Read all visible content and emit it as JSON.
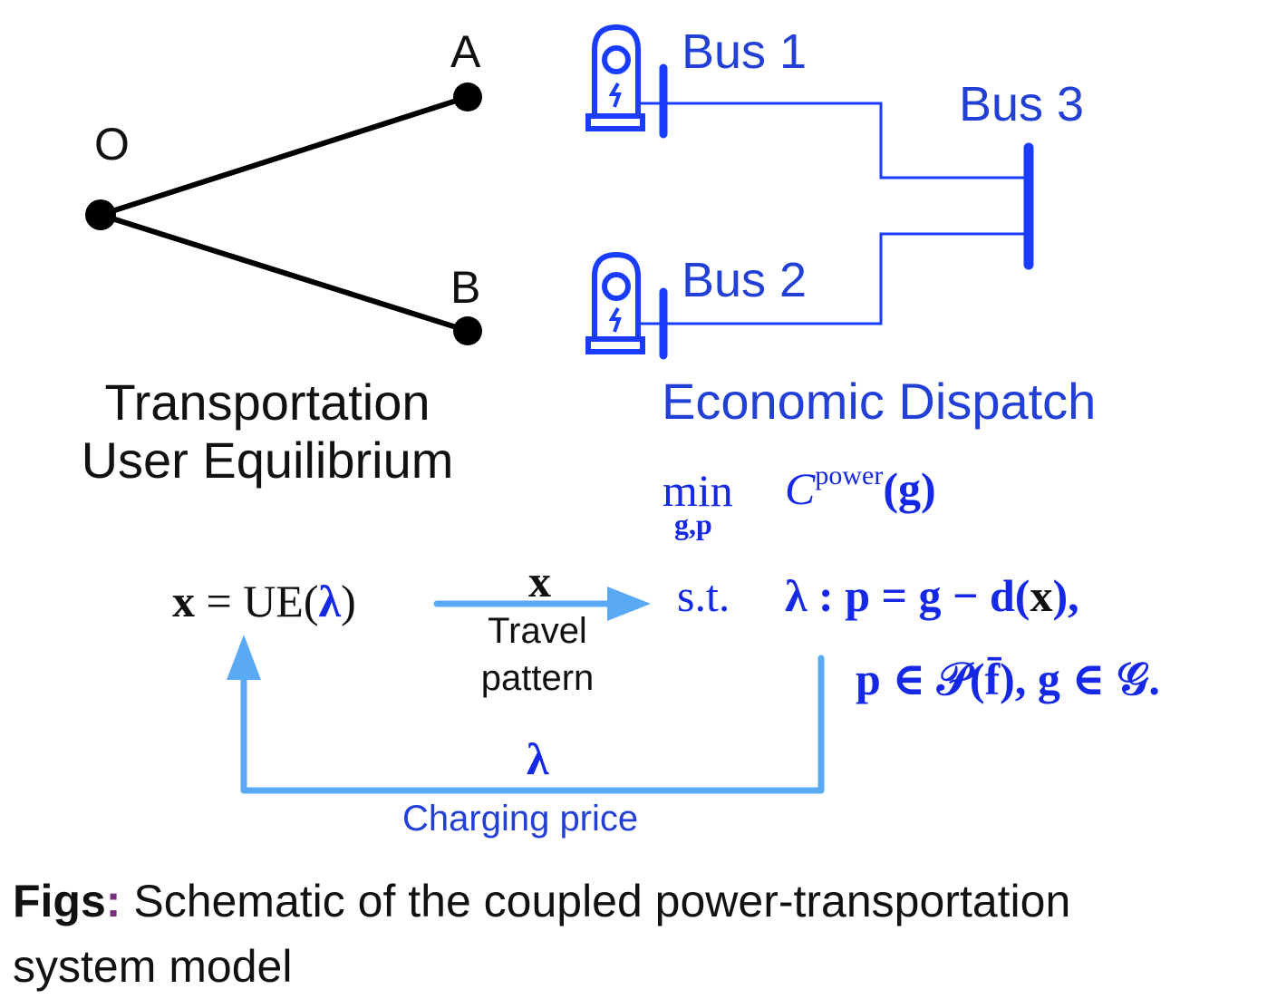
{
  "colors": {
    "network_black": "#000000",
    "power_blue": "#1a3cff",
    "arrow_blue": "#5aa9f5",
    "math_blue": "#1428e6",
    "caption_colon": "#7a2e7e"
  },
  "transportation_network": {
    "nodes": [
      {
        "id": "O",
        "label": "O"
      },
      {
        "id": "A",
        "label": "A"
      },
      {
        "id": "B",
        "label": "B"
      }
    ],
    "edges": [
      {
        "from": "O",
        "to": "A"
      },
      {
        "from": "O",
        "to": "B"
      }
    ],
    "title_line1": "Transportation",
    "title_line2": "User Equilibrium"
  },
  "power_network": {
    "buses": [
      {
        "id": "bus1",
        "label": "Bus 1",
        "icon": "ev-charger-icon"
      },
      {
        "id": "bus2",
        "label": "Bus 2",
        "icon": "ev-charger-icon"
      },
      {
        "id": "bus3",
        "label": "Bus 3"
      }
    ],
    "lines": [
      {
        "from": "bus1",
        "to": "bus3"
      },
      {
        "from": "bus2",
        "to": "bus3"
      }
    ],
    "title": "Economic Dispatch"
  },
  "equations": {
    "ue_lhs": "x",
    "ue_eq": "=",
    "ue_func": "UE(",
    "ue_arg": "λ",
    "ue_close": ")",
    "min_word": "min",
    "min_sub": "g,p",
    "objective_C": "C",
    "objective_sup": "power",
    "objective_arg": "(g)",
    "st_word": "s.t.",
    "constraint1": "λ : p = g − d(",
    "constraint1_x": "x",
    "constraint1_end": "),",
    "constraint2": "p ∈ 𝒫(f̄),  g ∈ 𝒢."
  },
  "arrows": {
    "forward": {
      "symbol": "x",
      "label_line1": "Travel",
      "label_line2": "pattern"
    },
    "feedback": {
      "symbol": "λ",
      "label": "Charging price"
    }
  },
  "caption": {
    "lead": "Figs",
    "colon": ":",
    "text_line1": " Schematic of the coupled power-transportation",
    "text_line2": "system model"
  }
}
